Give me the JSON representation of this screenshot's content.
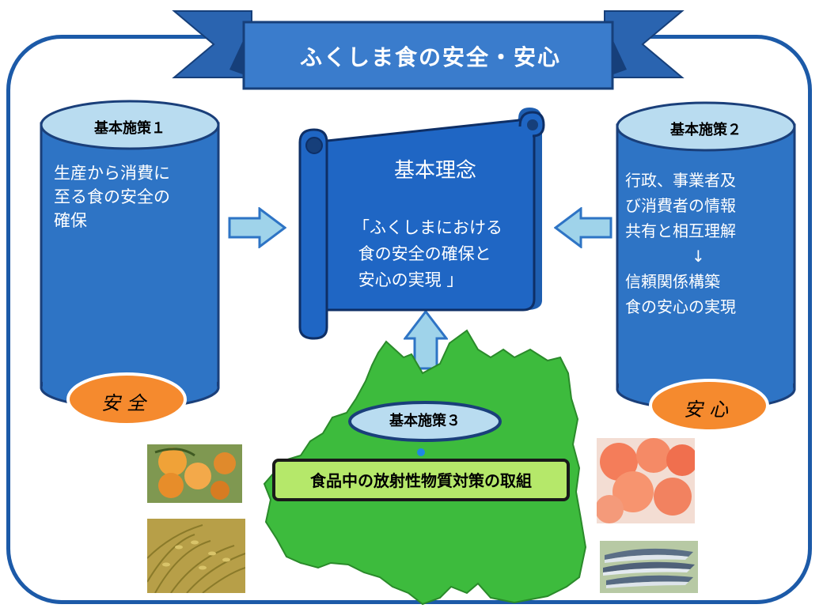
{
  "title": "ふくしま食の安全・安心",
  "measure1": {
    "label": "基本施策１",
    "text_lines": [
      "生産から消費に",
      "至る食の安全の",
      "確保"
    ],
    "badge": "安全"
  },
  "measure2": {
    "label": "基本施策２",
    "text_lines": [
      "行政、事業者及",
      "び消費者の情報",
      "共有と相互理解",
      "↓",
      "信頼関係構築",
      "食の安心の実現"
    ],
    "badge": "安心"
  },
  "principle": {
    "title": "基本理念",
    "body": "「ふくしまにおける\n 食の安全の確保と\n 安心の実現 」"
  },
  "measure3": {
    "label": "基本施策３",
    "text": "食品中の放射性物質対策の取組"
  },
  "photos": [
    {
      "name": "persimmon-photo"
    },
    {
      "name": "rice-photo"
    },
    {
      "name": "peach-photo"
    },
    {
      "name": "saury-photo"
    }
  ],
  "colors": {
    "frame": "#1c5aa8",
    "cylinder": "#2e74c5",
    "cylinder_top": "#b9dcf0",
    "arrow": "#9fd3ea",
    "badge": "#f58a2e",
    "map": "#3dbb3d",
    "measure3_box": "#b5e86a"
  }
}
